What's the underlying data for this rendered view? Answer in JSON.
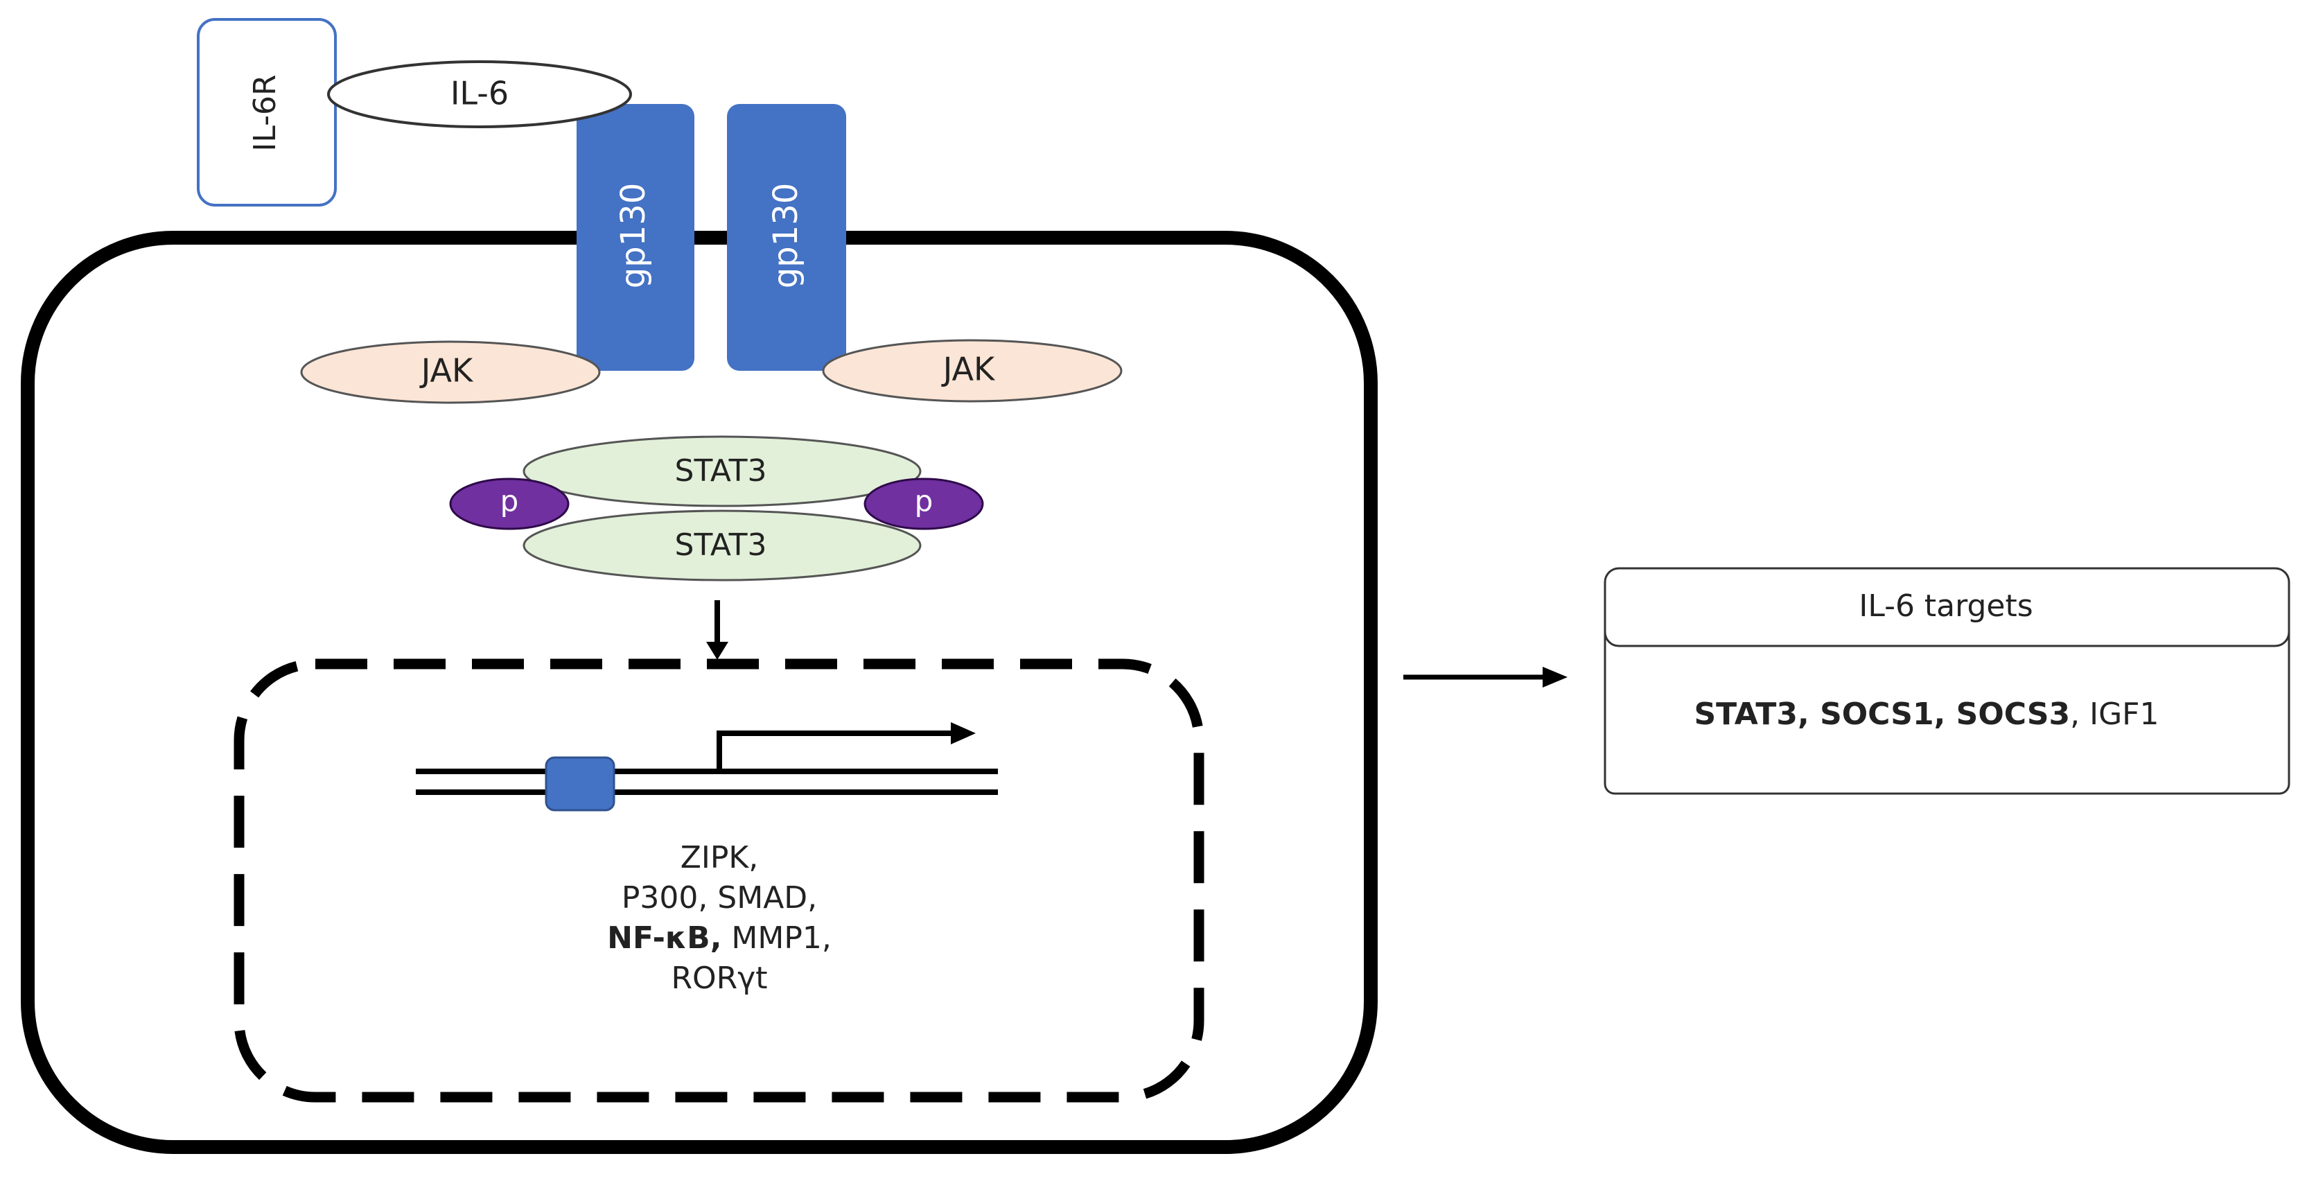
{
  "receptor": {
    "il6r_label": "IL-6R",
    "il6_label": "IL-6",
    "gp130_left_label": "gp130",
    "gp130_right_label": "gp130",
    "jak_left_label": "JAK",
    "jak_right_label": "JAK"
  },
  "stat3_dimer": {
    "top_label": "STAT3",
    "bottom_label": "STAT3",
    "phospho_left_label": "p",
    "phospho_right_label": "p"
  },
  "nucleus": {
    "gene_lines": [
      {
        "parts": [
          {
            "text": "ZIPK,",
            "bold": false
          }
        ]
      },
      {
        "parts": [
          {
            "text": "P300, SMAD,",
            "bold": false
          }
        ]
      },
      {
        "parts": [
          {
            "text": "NF-κB,",
            "bold": true
          },
          {
            "text": " MMP1,",
            "bold": false
          }
        ]
      },
      {
        "parts": [
          {
            "text": "RORγt",
            "bold": false
          }
        ]
      }
    ]
  },
  "targets_box": {
    "header": "IL-6 targets",
    "items": [
      {
        "text": "STAT3, ",
        "bold": true
      },
      {
        "text": "SOCS1, ",
        "bold": true
      },
      {
        "text": "SOCS3",
        "bold": true
      },
      {
        "text": ", IGF1",
        "bold": false
      }
    ]
  },
  "colors": {
    "gp130_fill": "#4472C4",
    "il6r_stroke": "#4472C4",
    "jak_fill": "#FBE5D6",
    "stat3_fill": "#E2F0D9",
    "phospho_fill": "#7030A0",
    "promoter_fill": "#4472C4",
    "outline": "#000000"
  }
}
